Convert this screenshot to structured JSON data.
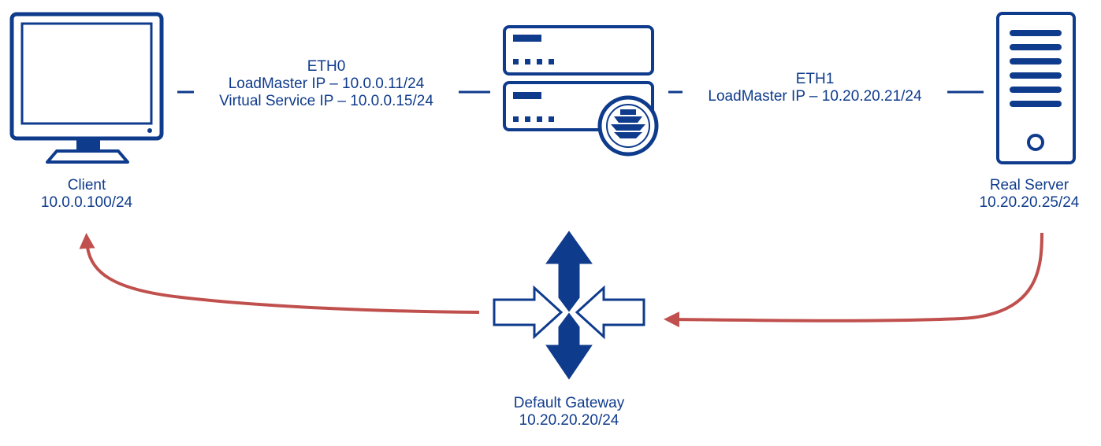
{
  "client": {
    "name": "Client",
    "ip": "10.0.0.100/24",
    "icon": "monitor-icon"
  },
  "loadmaster": {
    "icon": "loadmaster-appliance-icon",
    "eth0": {
      "iface": "ETH0",
      "lm_ip": "LoadMaster IP – 10.0.0.11/24",
      "vs_ip": "Virtual Service IP – 10.0.0.15/24"
    },
    "eth1": {
      "iface": "ETH1",
      "lm_ip": "LoadMaster IP – 10.20.20.21/24"
    }
  },
  "real_server": {
    "name": "Real Server",
    "ip": "10.20.20.25/24",
    "icon": "server-tower-icon"
  },
  "gateway": {
    "name": "Default Gateway",
    "ip": "10.20.20.20/24",
    "icon": "router-icon"
  },
  "colors": {
    "primary": "#0f3b8c",
    "return_path": "#c0504d",
    "background": "#ffffff"
  }
}
